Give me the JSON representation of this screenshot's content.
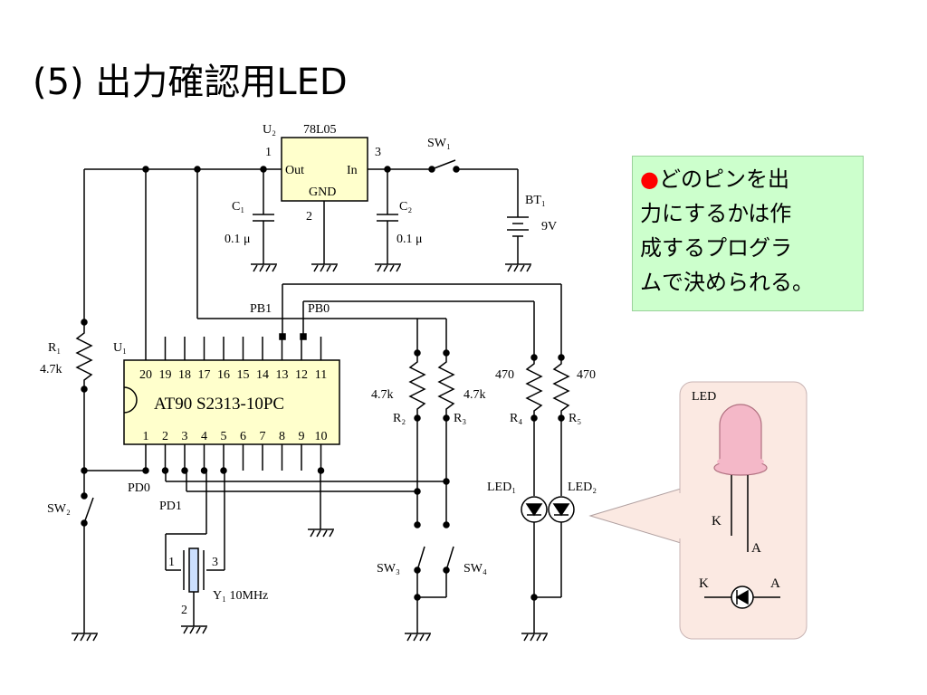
{
  "title": "(5) 出力確認用LED",
  "note": {
    "bullet": "●",
    "lines": [
      "どのピンを出",
      "力にするかは作",
      "成するプログラ",
      "ムで決められる。"
    ]
  },
  "regulator": {
    "ref": "U₂",
    "part": "78L05",
    "out": "Out",
    "in": "In",
    "gnd": "GND",
    "pin1": "1",
    "pin2": "2",
    "pin3": "3"
  },
  "capacitors": {
    "c1_ref": "C₁",
    "c1_val": "0.1 μ",
    "c2_ref": "C₂",
    "c2_val": "0.1 μ"
  },
  "switches": {
    "sw1": "SW₁",
    "sw2": "SW₂",
    "sw3": "SW₃",
    "sw4": "SW₄"
  },
  "battery": {
    "ref": "BT₁",
    "val": "9V"
  },
  "resistors": {
    "r1_ref": "R₁",
    "r1_val": "4.7k",
    "r2_ref": "R₂",
    "r2_val": "4.7k",
    "r3_ref": "R₃",
    "r3_val": "4.7k",
    "r4_ref": "R₄",
    "r4_val": "470",
    "r5_ref": "R₅",
    "r5_val": "470"
  },
  "mcu": {
    "ref": "U₁",
    "part": "AT90 S2313-10PC",
    "top_pins": [
      "20",
      "19",
      "18",
      "17",
      "16",
      "15",
      "14",
      "13",
      "12",
      "11"
    ],
    "bottom_pins": [
      "1",
      "2",
      "3",
      "4",
      "5",
      "6",
      "7",
      "8",
      "9",
      "10"
    ]
  },
  "nets": {
    "pb1": "PB1",
    "pb0": "PB0",
    "pd0": "PD0",
    "pd1": "PD1"
  },
  "leds": {
    "led1": "LED₁",
    "led2": "LED₂"
  },
  "crystal": {
    "label": "Y₁ 10MHz",
    "pin1": "1",
    "pin2": "2",
    "pin3": "3"
  },
  "inset": {
    "title": "LED",
    "k": "K",
    "a": "A",
    "sym_k": "K",
    "sym_a": "A"
  },
  "colors": {
    "note_bg": "#ccffcc",
    "bullet": "#ff0000",
    "regulator_fill": "#ffffcc",
    "mcu_fill": "#ffffcc",
    "inset_bg": "#fbe9e2",
    "led_body": "#f4b8c8",
    "crystal_fill": "#cce0ff"
  }
}
